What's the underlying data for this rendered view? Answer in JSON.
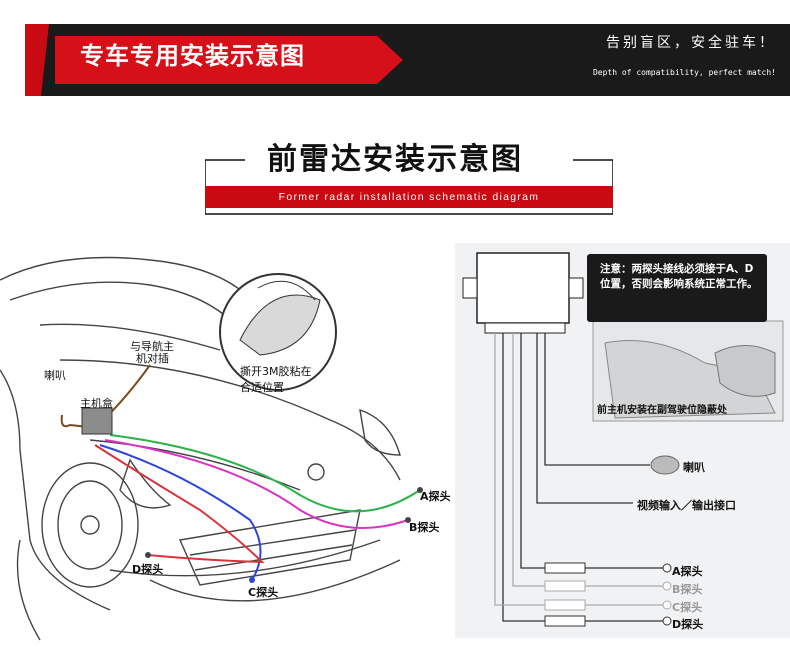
{
  "banner": {
    "title": "专车专用安装示意图",
    "slogan": "告别盲区，安全驻车！",
    "slogan_en": "Depth of compatibility, perfect match!"
  },
  "section": {
    "title": "前雷达安装示意图",
    "subtitle": "Former radar installation schematic diagram"
  },
  "car_labels": {
    "horn": "喇叭",
    "navi_line1": "与导航主",
    "navi_line2": "机对插",
    "main_box": "主机盒",
    "tape_line1": "撕开3M胶粘在",
    "tape_line2": "合适位置",
    "probe_a": "A探头",
    "probe_b": "B探头",
    "probe_c": "C探头",
    "probe_d": "D探头"
  },
  "wiring": {
    "note": "注意：两探头接线必须接于A、D位置，否则会影响系统正常工作。",
    "interior_caption": "前主机安装在副驾驶位隐蔽处",
    "horn": "喇叭",
    "video": "视频输入／输出接口",
    "probe_a": "A探头",
    "probe_b": "B探头",
    "probe_c": "C探头",
    "probe_d": "D探头"
  },
  "colors": {
    "red": "#c90a12",
    "dark": "#1a1a1a",
    "wire_green": "#2db34a",
    "wire_magenta": "#d832c8",
    "wire_blue": "#2a46d8",
    "wire_red": "#d8343a",
    "wire_brown": "#7a4a1a"
  }
}
